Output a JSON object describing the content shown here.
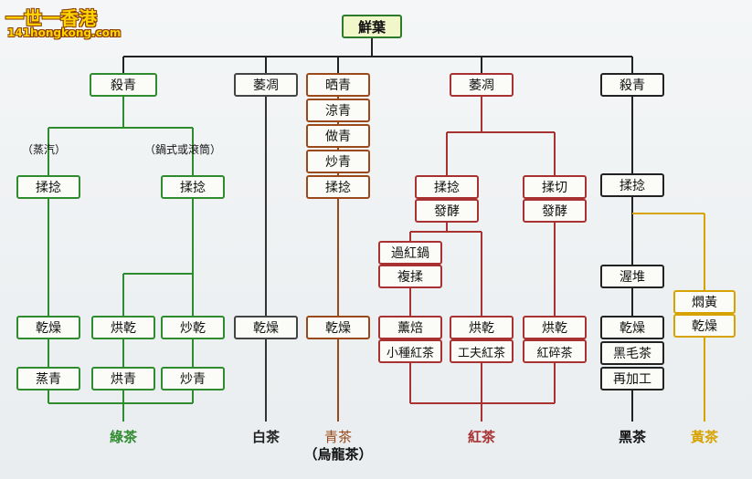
{
  "watermark": {
    "title": "一世一香港",
    "url": "141hongkong.com"
  },
  "root": "鮮葉",
  "notes": {
    "steam": "（蒸汽）",
    "pan": "（鍋式或滾筒）"
  },
  "green": {
    "kill_green": "殺青",
    "roll_a": "揉捻",
    "roll_b": "揉捻",
    "dry": "乾燥",
    "bake_dry": "烘乾",
    "pan_dry": "炒乾",
    "steamed": "蒸青",
    "baked": "烘青",
    "panned": "炒青",
    "label": "綠茶"
  },
  "white": {
    "wither": "萎凋",
    "dry": "乾燥",
    "label": "白茶"
  },
  "oolong": {
    "sun": "晒青",
    "cool": "涼青",
    "shake": "做青",
    "fry": "炒青",
    "roll": "揉捻",
    "dry": "乾燥",
    "label": "青茶",
    "label_sub": "（烏龍茶）"
  },
  "black": {
    "wither": "萎凋",
    "roll": "揉捻",
    "ferment_a": "發酵",
    "cut": "揉切",
    "ferment_b": "發酵",
    "over_pan": "過紅鍋",
    "re_roll": "複揉",
    "smoke": "薰焙",
    "bake_a": "烘乾",
    "bake_b": "烘乾",
    "souchong": "小種紅茶",
    "gongfu": "工夫紅茶",
    "broken": "紅碎茶",
    "label": "紅茶"
  },
  "dark": {
    "kill_green": "殺青",
    "roll": "揉捻",
    "pile": "渥堆",
    "dry": "乾燥",
    "maocha": "黑毛茶",
    "reprocess": "再加工",
    "label": "黑茶"
  },
  "yellow": {
    "smother": "燜黃",
    "dry": "乾燥",
    "label": "黃茶"
  },
  "colors": {
    "green": "#2e8b2e",
    "white": "#333333",
    "oolong": "#9a4a1a",
    "black": "#a83232",
    "dark": "#222222",
    "yellow": "#d7a300"
  }
}
